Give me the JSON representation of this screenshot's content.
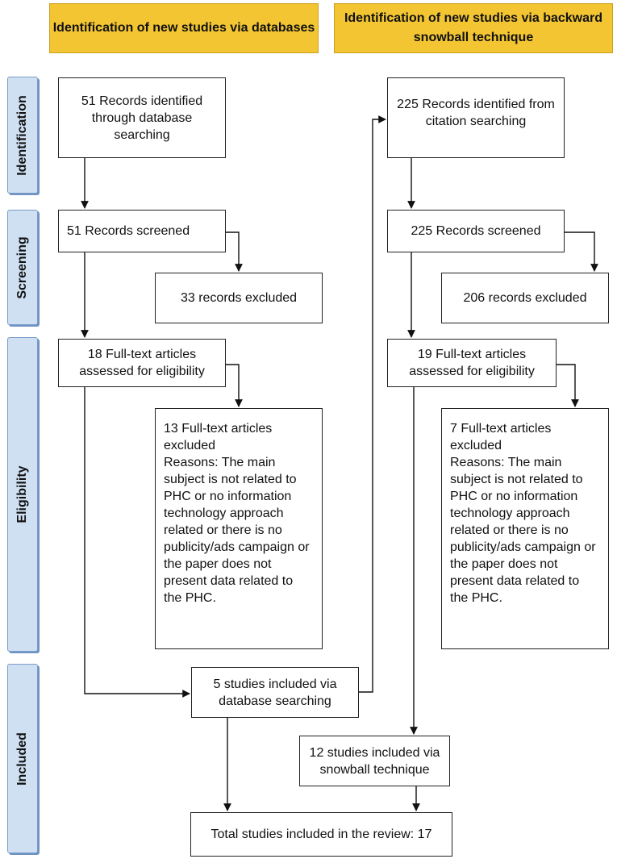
{
  "headers": {
    "databases": "Identification of new studies via databases",
    "snowball": "Identification of new studies via backward snowball technique"
  },
  "phases": {
    "identification": "Identification",
    "screening": "Screening",
    "eligibility": "Eligibility",
    "included": "Included"
  },
  "databases": {
    "identified": "51 Records identified through database searching",
    "screened": "51 Records screened",
    "excluded": "33 records excluded",
    "fulltext": "18 Full-text articles assessed for eligibility",
    "fulltext_excluded": "13 Full-text articles excluded\nReasons: The main subject is not related to PHC or no information technology approach related or there is no publicity/ads campaign or the paper does not present data related to the PHC.",
    "included": "5 studies included via database searching"
  },
  "snowball": {
    "identified": "225 Records identified from citation searching",
    "screened": "225 Records screened",
    "excluded": "206 records excluded",
    "fulltext": "19 Full-text articles assessed for eligibility",
    "fulltext_excluded": "7 Full-text articles excluded\nReasons: The main subject is not related to PHC or no information technology approach related or there is no publicity/ads campaign or the paper does not present data related to the PHC.",
    "included": "12 studies included via snowball technique"
  },
  "total": "Total studies included in the review: 17"
}
